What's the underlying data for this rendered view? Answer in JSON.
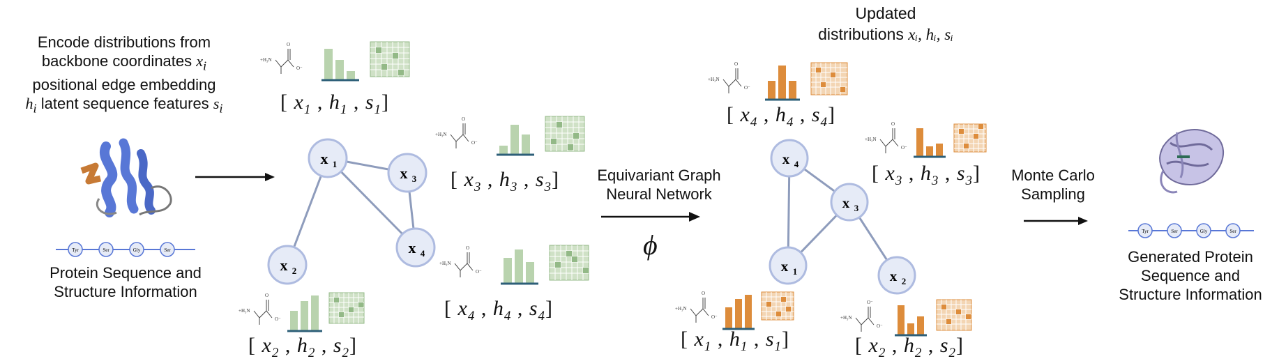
{
  "left": {
    "encode_lines": [
      "Encode distributions from",
      "backbone coordinates",
      "positional edge embedding",
      "latent sequence features"
    ],
    "vars": {
      "x": "x",
      "h": "h",
      "s": "s",
      "i": "i"
    },
    "input_label_lines": [
      "Protein Sequence and",
      "Structure Information"
    ]
  },
  "sequence_beads": [
    "Tyr",
    "Ser",
    "Gly",
    "Ser"
  ],
  "amino_labels": {
    "amine": "+H₃N",
    "o": "O",
    "neg": "O⁻"
  },
  "input_graph": {
    "nodes": [
      {
        "label": "x",
        "sub": "1"
      },
      {
        "label": "x",
        "sub": "3"
      },
      {
        "label": "x",
        "sub": "2"
      },
      {
        "label": "x",
        "sub": "4"
      }
    ]
  },
  "input_features": [
    {
      "x": "x",
      "xs": "1",
      "h": "h",
      "hs": "1",
      "s": "s",
      "ss": "1"
    },
    {
      "x": "x",
      "xs": "3",
      "h": "h",
      "hs": "3",
      "s": "s",
      "ss": "3"
    },
    {
      "x": "x",
      "xs": "4",
      "h": "h",
      "hs": "4",
      "s": "s",
      "ss": "4"
    },
    {
      "x": "x",
      "xs": "2",
      "h": "h",
      "hs": "2",
      "s": "s",
      "ss": "2"
    }
  ],
  "model": {
    "label_lines": [
      "Equivariant Graph",
      "Neural Network"
    ],
    "symbol": "ϕ"
  },
  "updated": {
    "title_lines": [
      "Updated",
      "distributions"
    ],
    "vars": "xᵢ, hᵢ, sᵢ"
  },
  "output_graph": {
    "nodes": [
      {
        "label": "x",
        "sub": "4"
      },
      {
        "label": "x",
        "sub": "3"
      },
      {
        "label": "x",
        "sub": "1"
      },
      {
        "label": "x",
        "sub": "2"
      }
    ]
  },
  "output_features": [
    {
      "x": "x",
      "xs": "4",
      "h": "h",
      "hs": "4",
      "s": "s",
      "ss": "4"
    },
    {
      "x": "x",
      "xs": "3",
      "h": "h",
      "hs": "3",
      "s": "s",
      "ss": "3"
    },
    {
      "x": "x",
      "xs": "1",
      "h": "h",
      "hs": "1",
      "s": "s",
      "ss": "1"
    },
    {
      "x": "x",
      "xs": "2",
      "h": "h",
      "hs": "2",
      "s": "s",
      "ss": "2"
    }
  ],
  "sampling": {
    "label_lines": [
      "Monte Carlo",
      "Sampling"
    ]
  },
  "output": {
    "label_lines": [
      "Generated Protein",
      "Sequence and",
      "Structure Information"
    ]
  },
  "colors": {
    "node_fill": "#e6ebf7",
    "node_stroke": "#aebbe0",
    "edge": "#8e9cbc",
    "green": "#b9d3ae",
    "green_dark": "#93b987",
    "orange": "#dd8c3b",
    "orange_light": "#f3d5b3",
    "baseline": "#2d5f78",
    "protein_blue": "#5877d6",
    "protein_orange": "#c77a35",
    "protein_lav": "#c7c3e6"
  }
}
